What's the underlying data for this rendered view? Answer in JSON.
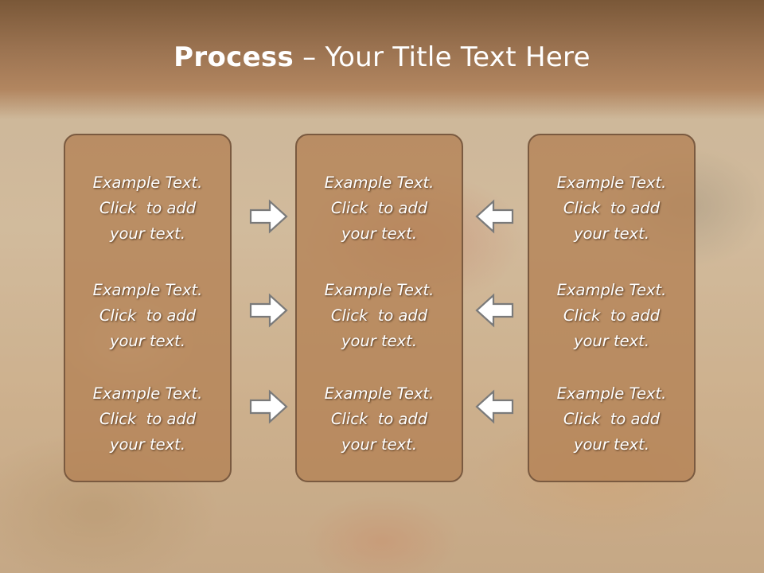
{
  "slide": {
    "title_bold": "Process",
    "title_rest": " – Your Title Text Here"
  },
  "columns": [
    {
      "items": [
        {
          "line1": "Example Text.",
          "line2": "Click  to add",
          "line3": "your text."
        },
        {
          "line1": "Example Text.",
          "line2": "Click  to add",
          "line3": "your text."
        },
        {
          "line1": "Example Text.",
          "line2": "Click  to add",
          "line3": "your text."
        }
      ]
    },
    {
      "items": [
        {
          "line1": "Example Text.",
          "line2": "Click  to add",
          "line3": "your text."
        },
        {
          "line1": "Example Text.",
          "line2": "Click  to add",
          "line3": "your text."
        },
        {
          "line1": "Example Text.",
          "line2": "Click  to add",
          "line3": "your text."
        }
      ]
    },
    {
      "items": [
        {
          "line1": "Example Text.",
          "line2": "Click  to add",
          "line3": "your text."
        },
        {
          "line1": "Example Text.",
          "line2": "Click  to add",
          "line3": "your text."
        },
        {
          "line1": "Example Text.",
          "line2": "Click  to add",
          "line3": "your text."
        }
      ]
    }
  ],
  "arrows": {
    "left_to_center": [
      "arrow-right-icon",
      "arrow-right-icon",
      "arrow-right-icon"
    ],
    "right_to_center": [
      "arrow-left-icon",
      "arrow-left-icon",
      "arrow-left-icon"
    ]
  },
  "colors": {
    "title_band": "#9a7250",
    "box_fill": "#b4825a",
    "box_border": "#7a5a40",
    "text": "#ffffff"
  }
}
